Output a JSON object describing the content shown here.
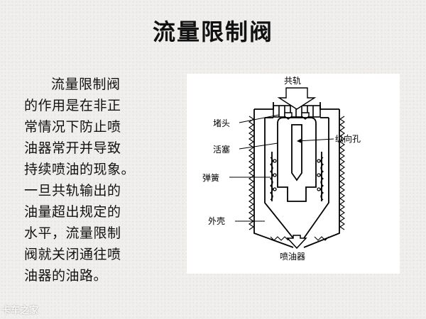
{
  "slide": {
    "title": "流量限制阀",
    "paragraph_lines": [
      "流量限制阀",
      "的作用是在非正",
      "常情况下防止喷",
      "油器常开并导致",
      "持续喷油的现象。",
      "一旦共轨输出的",
      "油量超出规定的",
      "水平，流量限制",
      "阀就关闭通往喷",
      "油器的油路。"
    ]
  },
  "diagram": {
    "labels": {
      "common_rail": "共轨",
      "plug": "堵头",
      "axial_hole": "纵向孔",
      "piston": "活塞",
      "spring": "弹簧",
      "housing": "外壳",
      "injector": "喷油器"
    }
  },
  "watermark": "卡车之家"
}
